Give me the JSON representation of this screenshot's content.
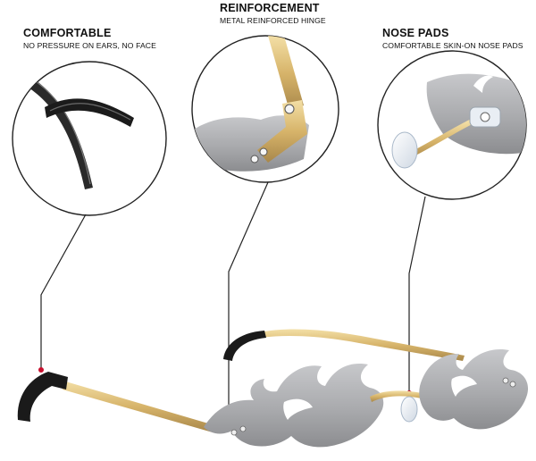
{
  "features": {
    "comfortable": {
      "title": "COMFORTABLE",
      "subtitle": "NO PRESSURE ON EARS, NO FACE",
      "detail_icon": "temple-tip-closeup"
    },
    "reinforcement": {
      "title": "REINFORCEMENT",
      "subtitle": "METAL REINFORCED HINGE",
      "detail_icon": "hinge-closeup"
    },
    "nose_pads": {
      "title": "NOSE PADS",
      "subtitle": "COMFORTABLE SKIN-ON NOSE PADS",
      "detail_icon": "nose-pad-closeup"
    }
  },
  "product": {
    "icon": "flame-sunglasses",
    "colors": {
      "frame_gold": "#d7b46a",
      "lens_silver": "#a9aaad",
      "temple_tip_black": "#1a1a1a",
      "pointer_dot": "#c8102e",
      "pointer_line": "#222222",
      "circle_outline": "#222222"
    }
  }
}
